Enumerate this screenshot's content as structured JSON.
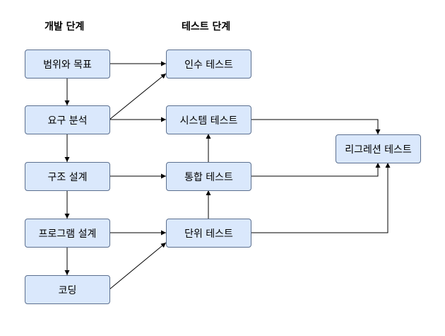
{
  "headers": {
    "development": "개발 단계",
    "testing": "테스트 단계"
  },
  "nodes": {
    "scope": "범위와 목표",
    "requirements": "요구 분석",
    "architecture": "구조 설계",
    "program_design": "프로그램 설계",
    "coding": "코딩",
    "acceptance": "인수 테스트",
    "system": "시스템 테스트",
    "integration": "통합 테스트",
    "unit": "단위 테스트",
    "regression": "리그레션 테스트"
  },
  "colors": {
    "node_fill": "#dae8fc",
    "node_border": "#5b6f8f",
    "edge": "#000000"
  }
}
